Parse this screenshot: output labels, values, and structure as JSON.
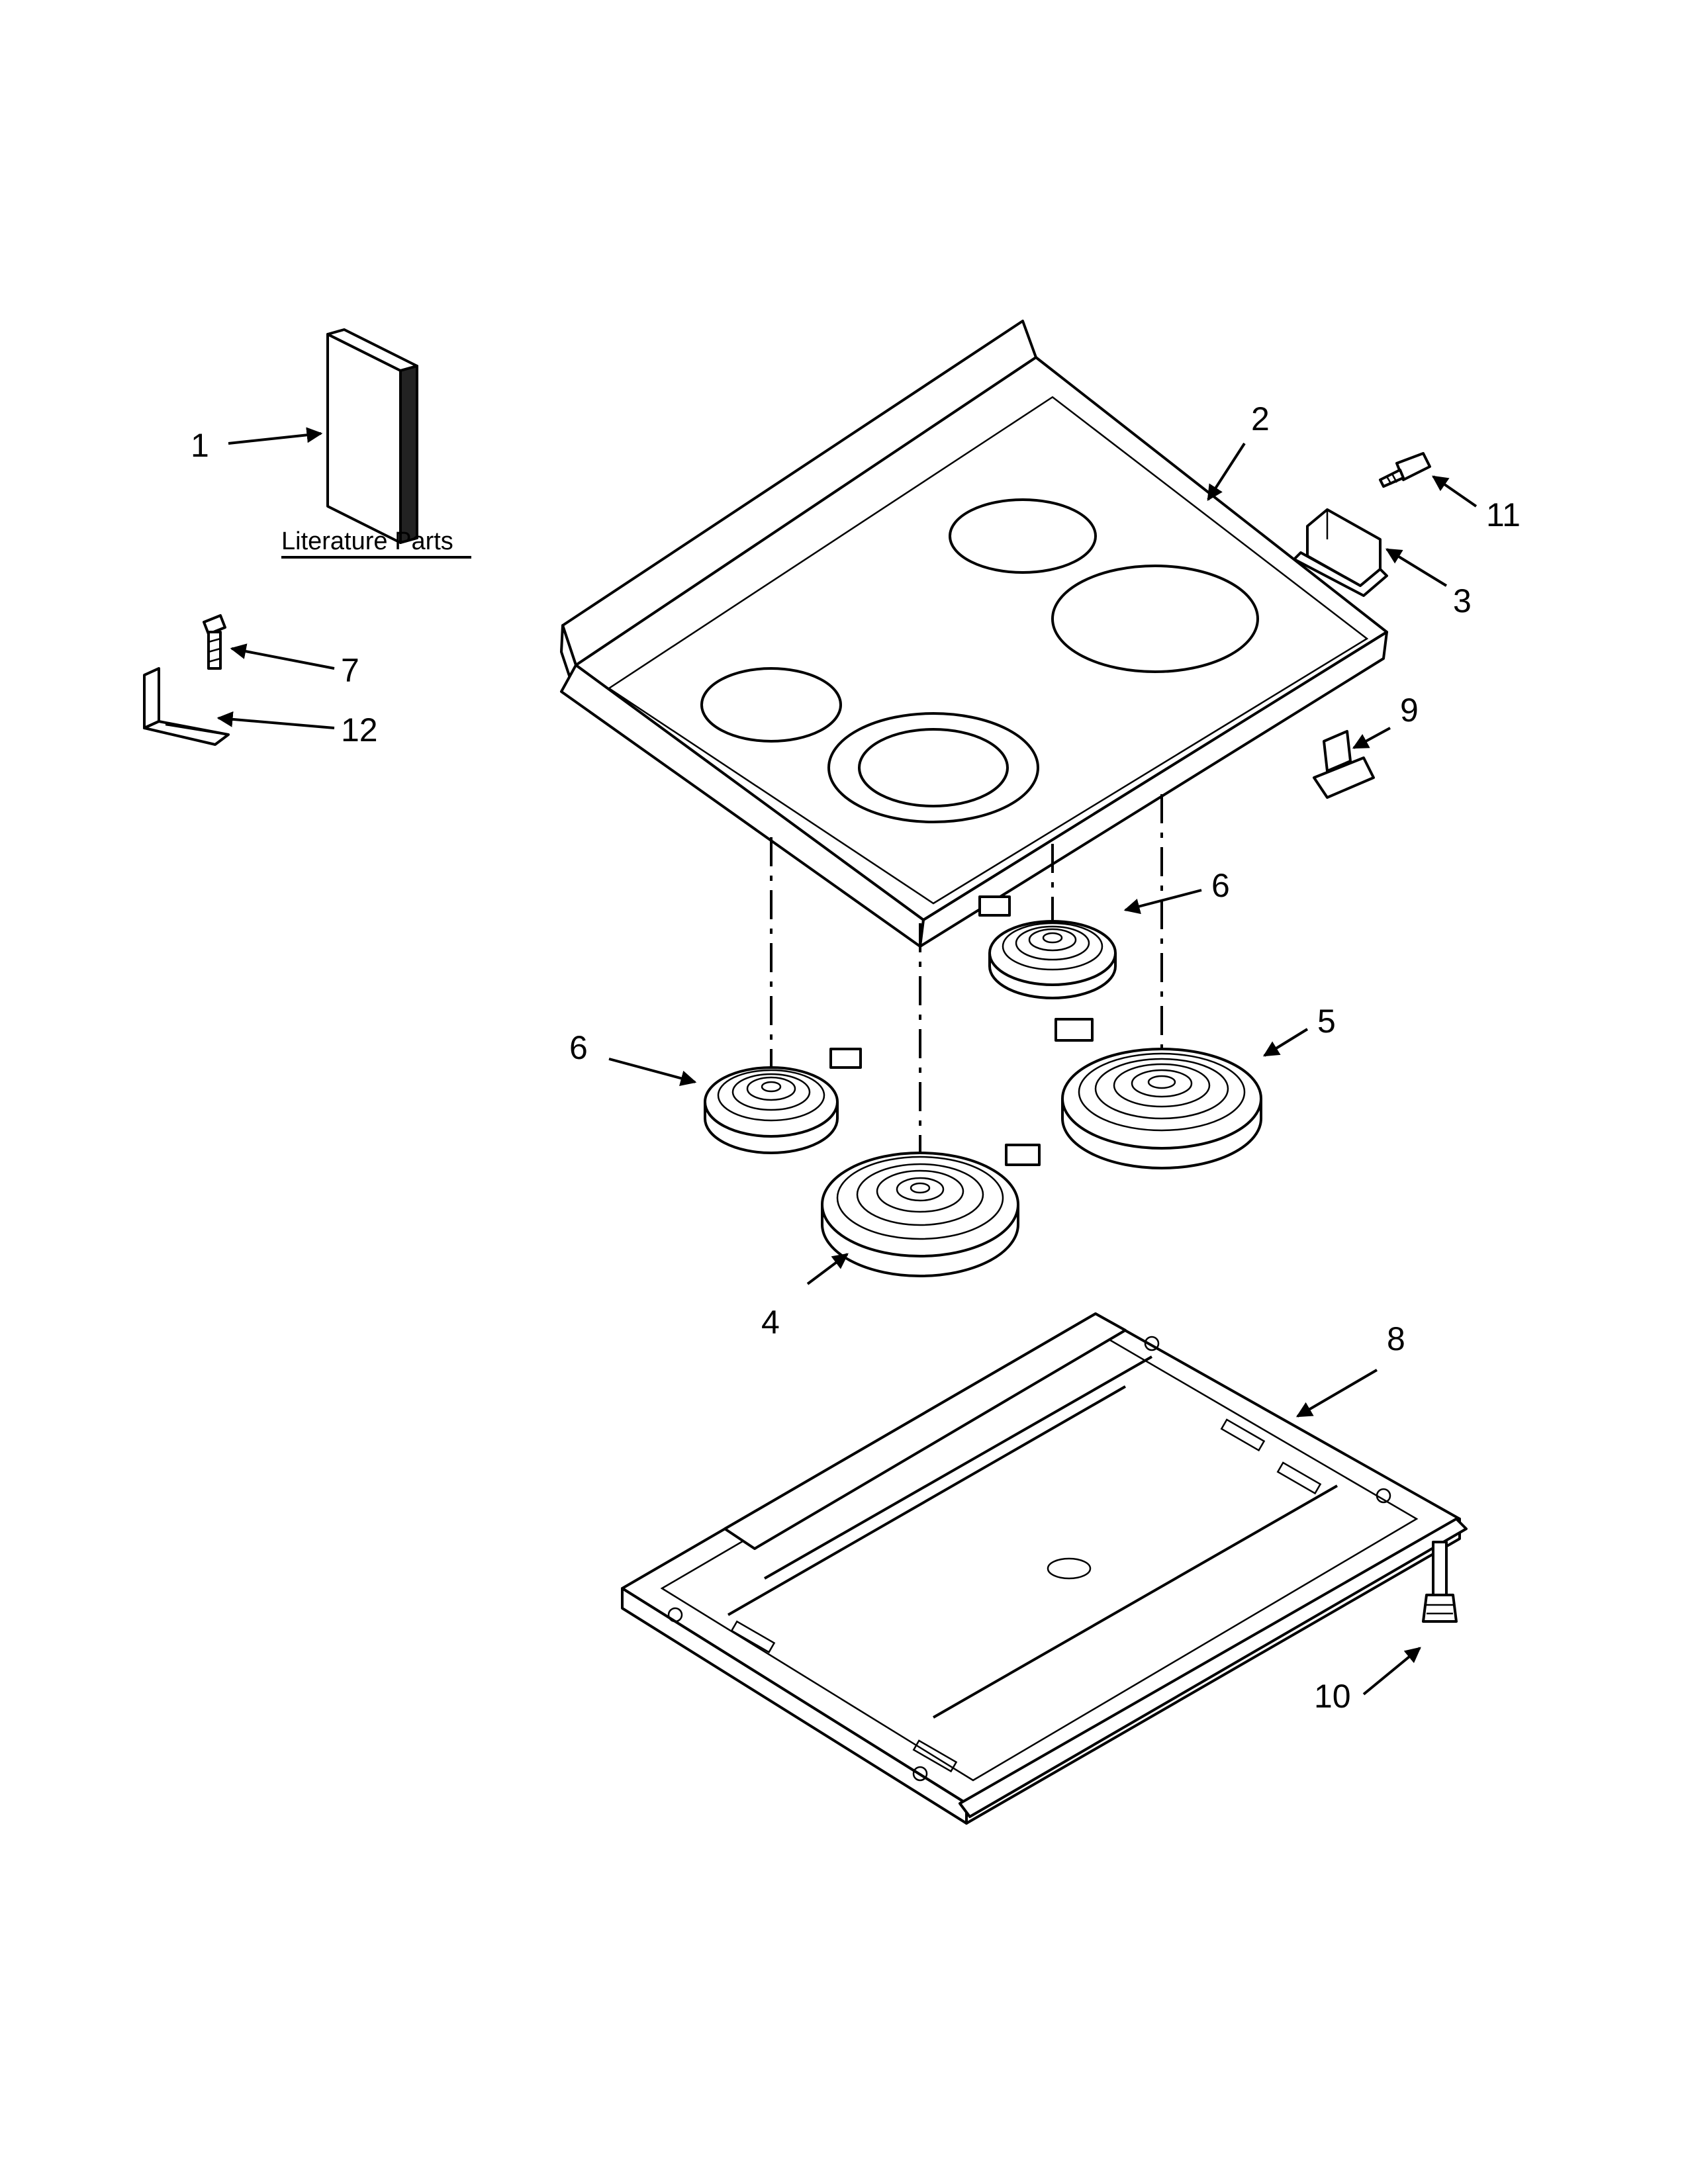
{
  "diagram": {
    "literature_caption": "Literature Parts",
    "callouts": {
      "c1": "1",
      "c2": "2",
      "c3": "3",
      "c4": "4",
      "c5": "5",
      "c6a": "6",
      "c6b": "6",
      "c7": "7",
      "c8": "8",
      "c9": "9",
      "c10": "10",
      "c11": "11",
      "c12": "12"
    }
  }
}
